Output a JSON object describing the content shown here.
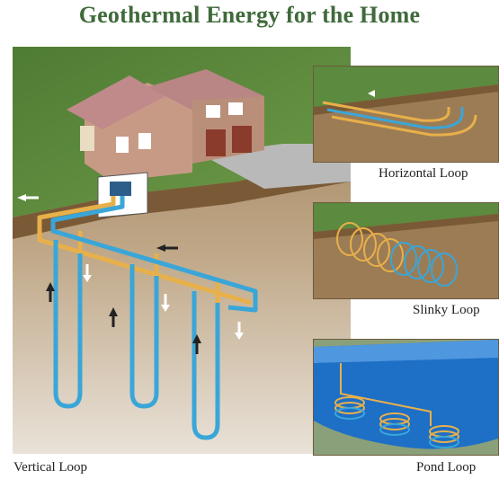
{
  "title": "Geothermal Energy for the Home",
  "captions": {
    "vertical": "Vertical Loop",
    "horizontal": "Horizontal Loop",
    "slinky": "Slinky Loop",
    "pond": "Pond Loop"
  },
  "colors": {
    "title": "#3f6a3b",
    "grass": "#5c8a3e",
    "soil": "#8a6a44",
    "supply_pipe": "#e8b04a",
    "return_pipe": "#3aa6d8",
    "pond": "#1e6fc6"
  },
  "icons": [
    "house",
    "heat-pump-unit",
    "flow-arrow"
  ]
}
